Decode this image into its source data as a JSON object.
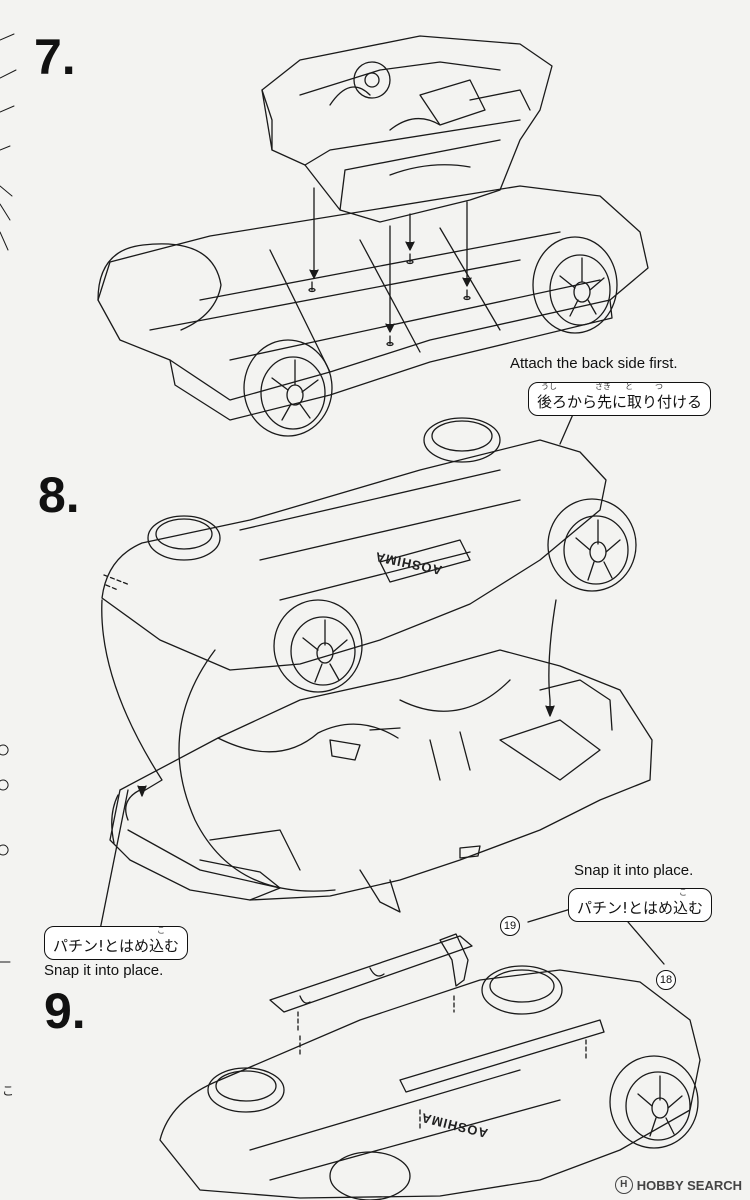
{
  "steps": {
    "step7": "7.",
    "step8": "8.",
    "step9": "9."
  },
  "instructions": {
    "attach_back_en": "Attach the back side first.",
    "attach_back_jp": "後ろから先に取り付ける",
    "attach_back_ruby_1": "うし",
    "attach_back_ruby_2": "さき",
    "attach_back_ruby_3": "と",
    "attach_back_ruby_4": "つ",
    "snap_right_en": "Snap it into place.",
    "snap_right_jp": "パチン!とはめ込む",
    "snap_left_en": "Snap it into place.",
    "snap_left_jp": "パチン!とはめ込む",
    "snap_ruby": "こ"
  },
  "parts": {
    "part19": "19",
    "part18": "18"
  },
  "body_marking": "AOSHIMA",
  "watermark": {
    "text": "HOBBY SEARCH",
    "badge": "H"
  },
  "margin_glyph": "こ"
}
